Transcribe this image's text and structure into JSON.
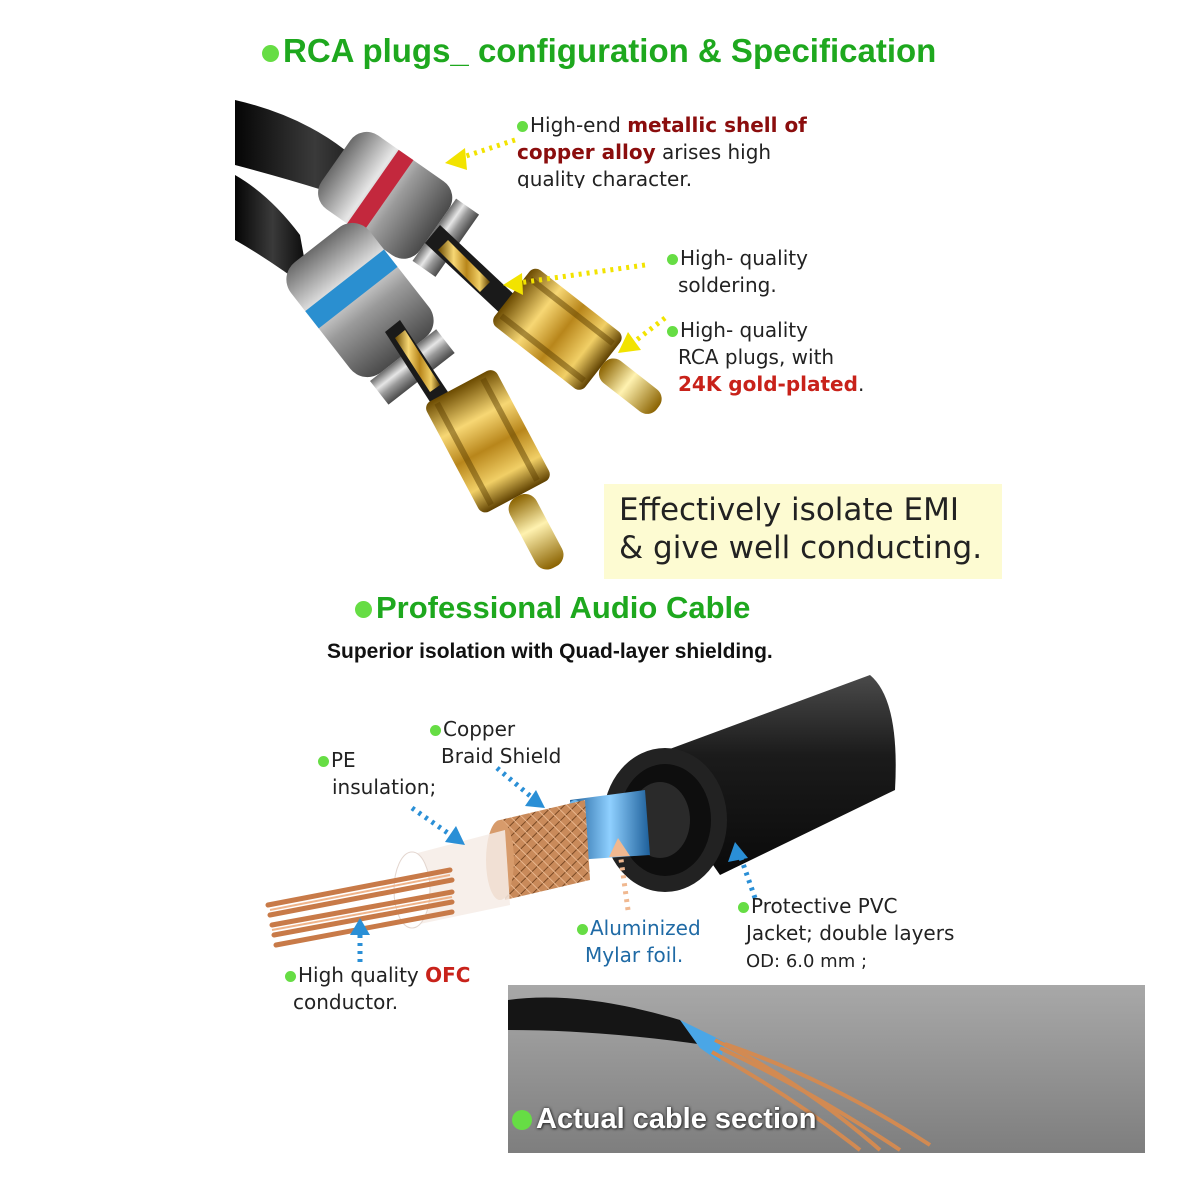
{
  "section1": {
    "title": "RCA plugs_ configuration & Specification",
    "callouts": {
      "shell": {
        "pre": "High-end ",
        "hl1": "metallic shell of",
        "hl2": "copper alloy",
        "post": " arises high",
        "line3": "quality character."
      },
      "solder": {
        "line1": "High- quality",
        "line2": "soldering."
      },
      "plugs": {
        "line1": "High- quality",
        "line2": "RCA plugs, with",
        "hl": "24K gold-plated",
        "post": "."
      }
    },
    "emi_box": {
      "line1": "Effectively isolate EMI",
      "line2": "& give well conducting."
    }
  },
  "section2": {
    "title": "Professional Audio Cable",
    "subtitle": "Superior isolation with Quad-layer shielding.",
    "labels": {
      "pe": {
        "line1": "PE",
        "line2": "insulation;"
      },
      "copper": {
        "line1": "Copper",
        "line2": "Braid Shield"
      },
      "ofc": {
        "pre": "High quality ",
        "hl": "OFC",
        "line2": "conductor."
      },
      "mylar": {
        "line1": "Aluminized",
        "line2": "Mylar foil."
      },
      "pvc": {
        "line1": "Protective PVC",
        "line2": "Jacket; double layers",
        "line3": "OD: 6.0 mm ;"
      }
    },
    "photo_label": "Actual cable section"
  },
  "colors": {
    "accent_green": "#1ea81e",
    "dot_green": "#66dd44",
    "highlight_red": "#8b0d0d",
    "arrow_yellow": "#f2e300",
    "arrow_blue": "#2a8fd6",
    "arrow_orange": "#f0b890"
  },
  "icons": [
    "bullet-dot-icon",
    "arrow-icon"
  ]
}
